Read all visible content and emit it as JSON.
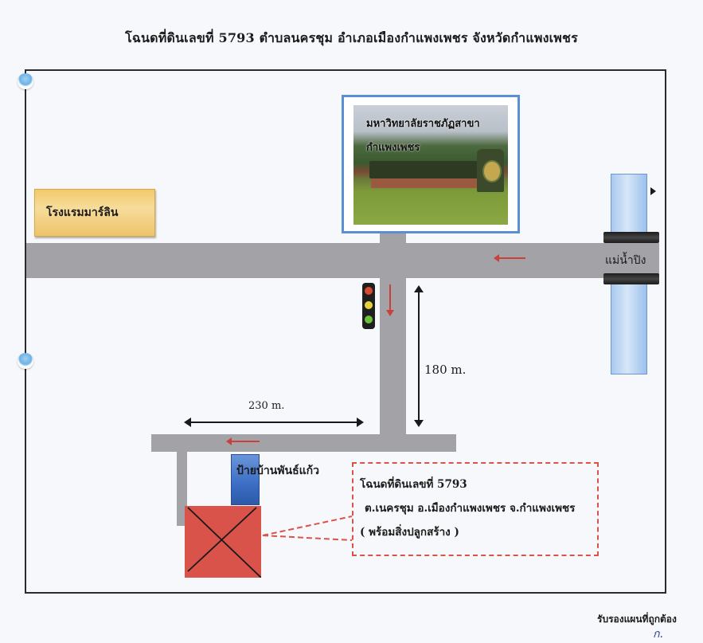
{
  "title": "โฉนดที่ดินเลขที่ 5793   ตำบลนครชุม  อำเภอเมืองกำแพงเพชร   จังหวัดกำแพงเพชร",
  "landmarks": {
    "hotel": "โรงแรมมาร์ลิน",
    "university_line1": "มหาวิทยาลัยราชภัฏสาขา",
    "university_line2": "กำแพงเพชร",
    "river": "แม่น้ำปิง",
    "sign": "ป้ายบ้านพันธ์แก้ว"
  },
  "distances": {
    "vertical": "180 m.",
    "horizontal": "230 m."
  },
  "callout": {
    "line1": "โฉนดที่ดินเลขที่  5793",
    "line2": "ต.เนครชุม อ.เมืองกำแพงเพชร จ.กำแพงเพชร",
    "line3": "( พร้อมสิ่งปลูกสร้าง )"
  },
  "footer": {
    "approval": "รับรองแผนที่ถูกต้อง",
    "signature": "ก."
  },
  "colors": {
    "road": "#a2a2a7",
    "plot": "#d9534a",
    "frame_accent": "#5b8fd3",
    "direction_arrow": "#c9413a",
    "river": "#a9c9ef",
    "hotel": "#f3c96a"
  },
  "icons": {
    "traffic_light": "traffic-light-icon",
    "direction_arrows": "red-arrow-icon",
    "binder_rings": "ring-icon"
  }
}
